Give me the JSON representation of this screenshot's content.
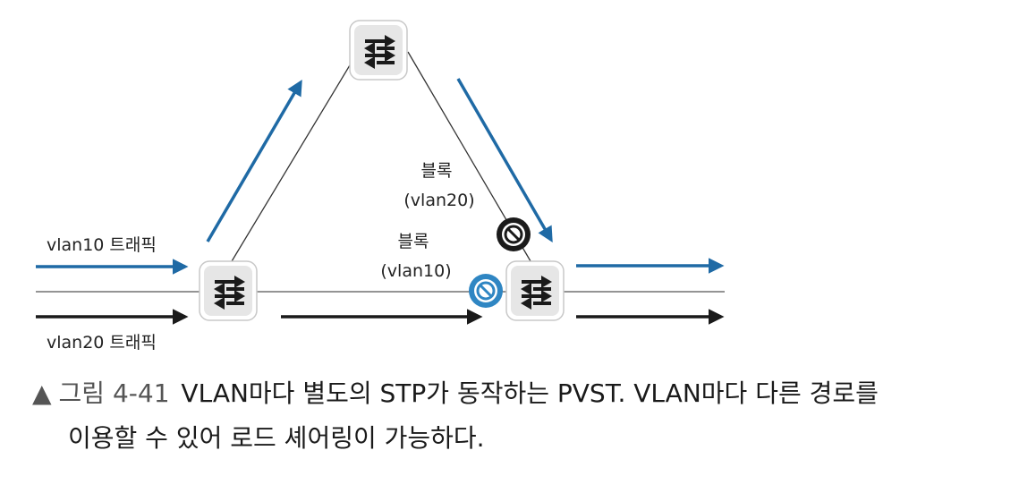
{
  "diagram": {
    "switches": [
      {
        "id": "top"
      },
      {
        "id": "left"
      },
      {
        "id": "right"
      }
    ],
    "labels": {
      "vlan10_traffic": "vlan10 트래픽",
      "vlan20_traffic": "vlan20 트래픽",
      "block_vlan20_title": "블록",
      "block_vlan20_vlan": "(vlan20)",
      "block_vlan10_title": "블록",
      "block_vlan10_vlan": "(vlan10)"
    },
    "colors": {
      "vlan10": "#1f6aa5",
      "vlan20": "#1a1a1a",
      "block_vlan10": "#2f86c3",
      "block_vlan20": "#1a1a1a",
      "switch_fill": "#e6e6e6",
      "link": "#333333"
    },
    "icons": [
      "switch-icon",
      "blocked-port-icon",
      "arrow-icon"
    ]
  },
  "caption": {
    "marker": "▲",
    "figure": "그림 4-41",
    "line1": "VLAN마다 별도의 STP가 동작하는 PVST. VLAN마다 다른 경로를",
    "line2": "이용할 수 있어 로드 셰어링이 가능하다."
  }
}
